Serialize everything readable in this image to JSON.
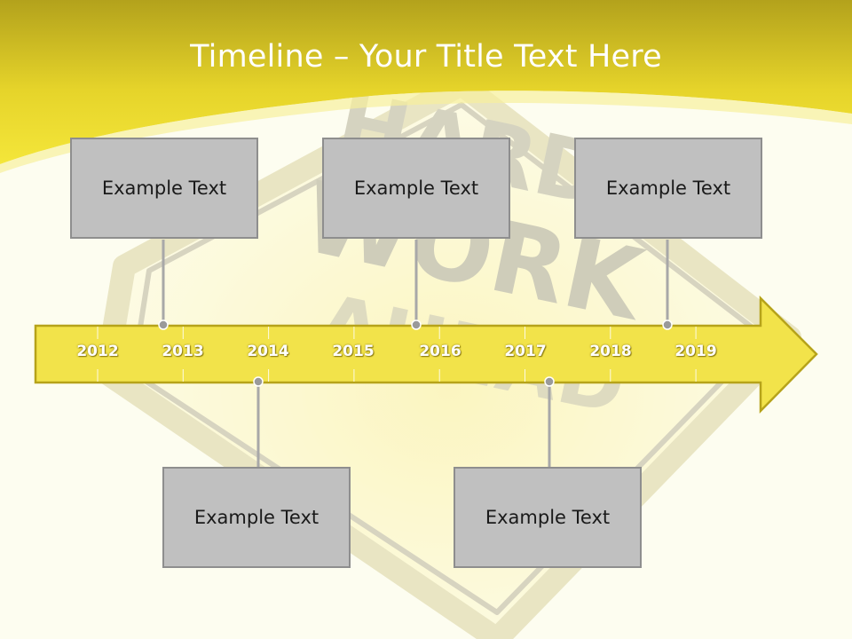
{
  "slide": {
    "title": "Timeline – Your Title Text Here",
    "colors": {
      "accent": "#f2e34a",
      "header": "#e7d624",
      "box_fill": "#c0c0c0",
      "box_border": "#8e8e8e",
      "connector": "#a8a8a8"
    }
  },
  "timeline": {
    "years": [
      "2012",
      "2013",
      "2014",
      "2015",
      "2016",
      "2017",
      "2018",
      "2019"
    ]
  },
  "events_top": [
    {
      "label": "Example Text"
    },
    {
      "label": "Example Text"
    },
    {
      "label": "Example Text"
    }
  ],
  "events_bottom": [
    {
      "label": "Example Text"
    },
    {
      "label": "Example Text"
    }
  ],
  "background": {
    "sign_text_1": "WORK",
    "sign_text_2": "HARD",
    "sign_text_3": "AHEAD"
  }
}
